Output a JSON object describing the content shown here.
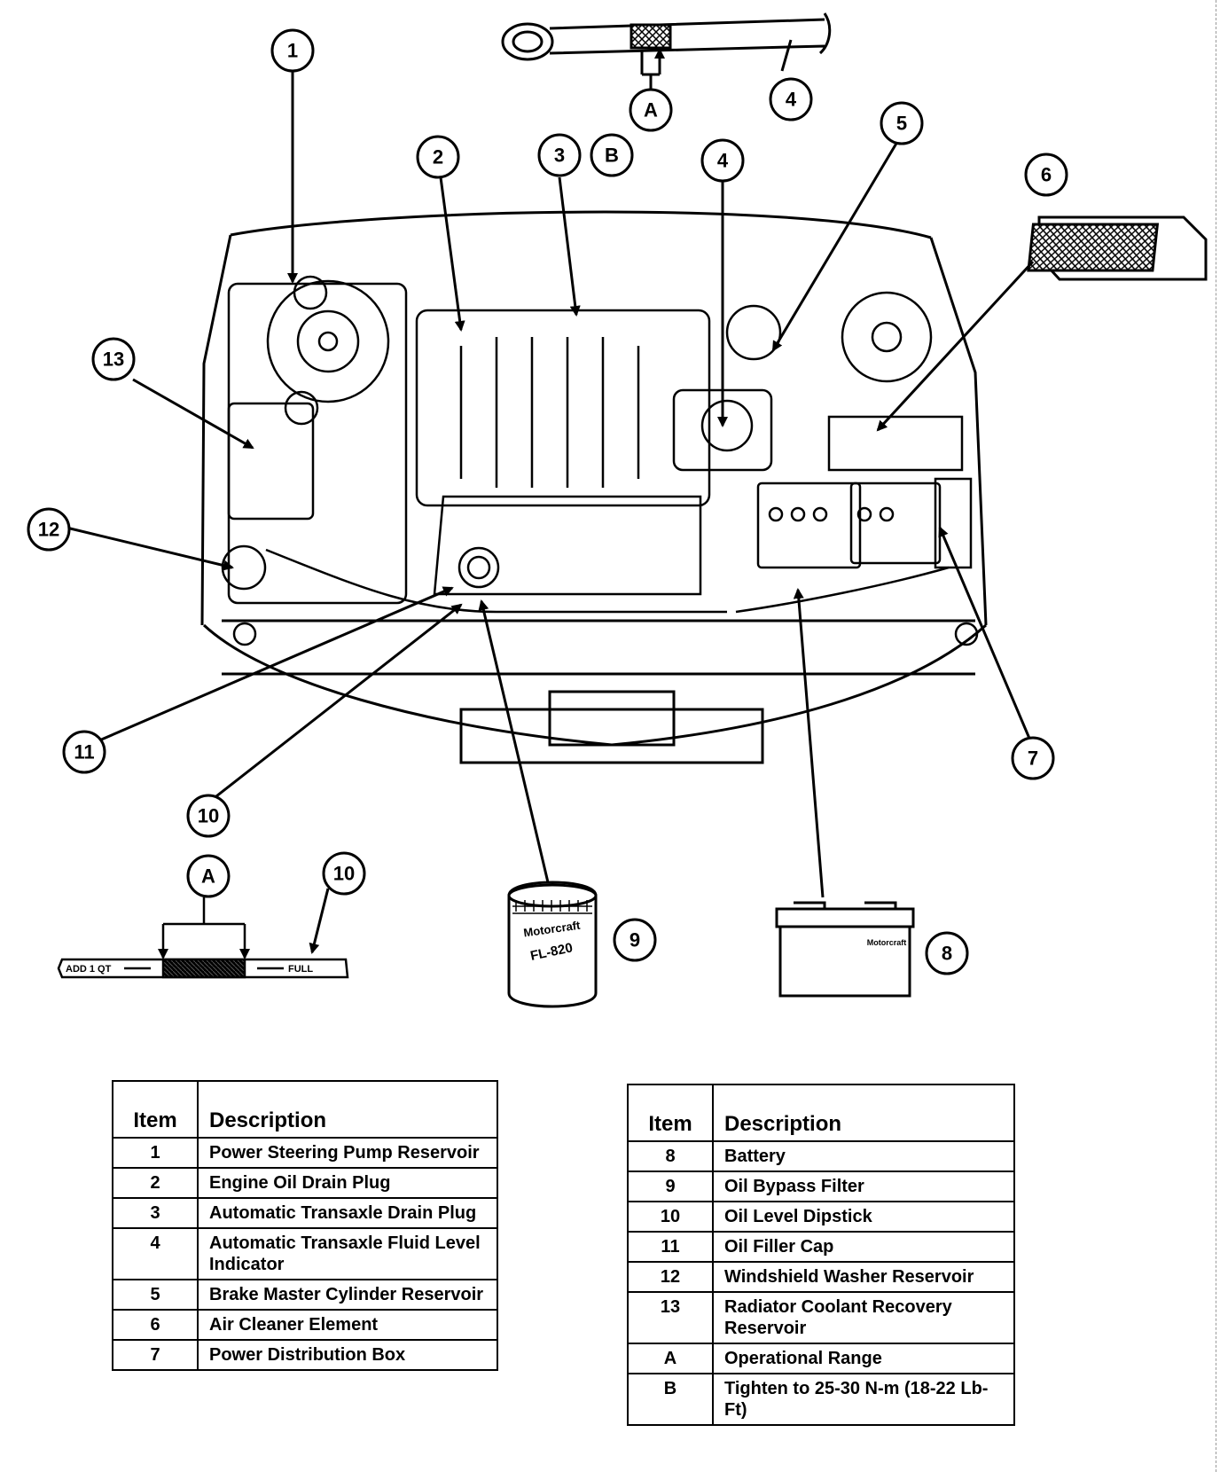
{
  "callouts": {
    "c1": "1",
    "c2": "2",
    "c3": "3",
    "cB": "B",
    "c4a": "4",
    "c4b": "4",
    "c5": "5",
    "c6": "6",
    "c7": "7",
    "c8": "8",
    "c9": "9",
    "c10a": "10",
    "c10b": "10",
    "c11": "11",
    "c12": "12",
    "c13": "13",
    "cA1": "A",
    "cA2": "A"
  },
  "dipstick": {
    "add_label": "ADD 1 QT",
    "full_label": "FULL"
  },
  "oil_filter": {
    "brand": "Motorcraft",
    "model": "FL-820"
  },
  "battery": {
    "brand": "Motorcraft"
  },
  "legend_left": {
    "headers": {
      "item": "Item",
      "description": "Description"
    },
    "rows": [
      {
        "item": "1",
        "description": "Power Steering Pump Reservoir"
      },
      {
        "item": "2",
        "description": "Engine Oil Drain Plug"
      },
      {
        "item": "3",
        "description": "Automatic Transaxle Drain Plug"
      },
      {
        "item": "4",
        "description": "Automatic Transaxle Fluid Level Indicator"
      },
      {
        "item": "5",
        "description": "Brake Master Cylinder Reservoir"
      },
      {
        "item": "6",
        "description": "Air Cleaner Element"
      },
      {
        "item": "7",
        "description": "Power Distribution Box"
      }
    ]
  },
  "legend_right": {
    "headers": {
      "item": "Item",
      "description": "Description"
    },
    "rows": [
      {
        "item": "8",
        "description": "Battery"
      },
      {
        "item": "9",
        "description": "Oil Bypass Filter"
      },
      {
        "item": "10",
        "description": "Oil Level Dipstick"
      },
      {
        "item": "11",
        "description": "Oil Filler Cap"
      },
      {
        "item": "12",
        "description": "Windshield Washer Reservoir"
      },
      {
        "item": "13",
        "description": "Radiator Coolant Recovery Reservoir"
      },
      {
        "item": "A",
        "description": "Operational Range"
      },
      {
        "item": "B",
        "description": "Tighten to 25-30 N-m (18-22 Lb-Ft)"
      }
    ]
  }
}
